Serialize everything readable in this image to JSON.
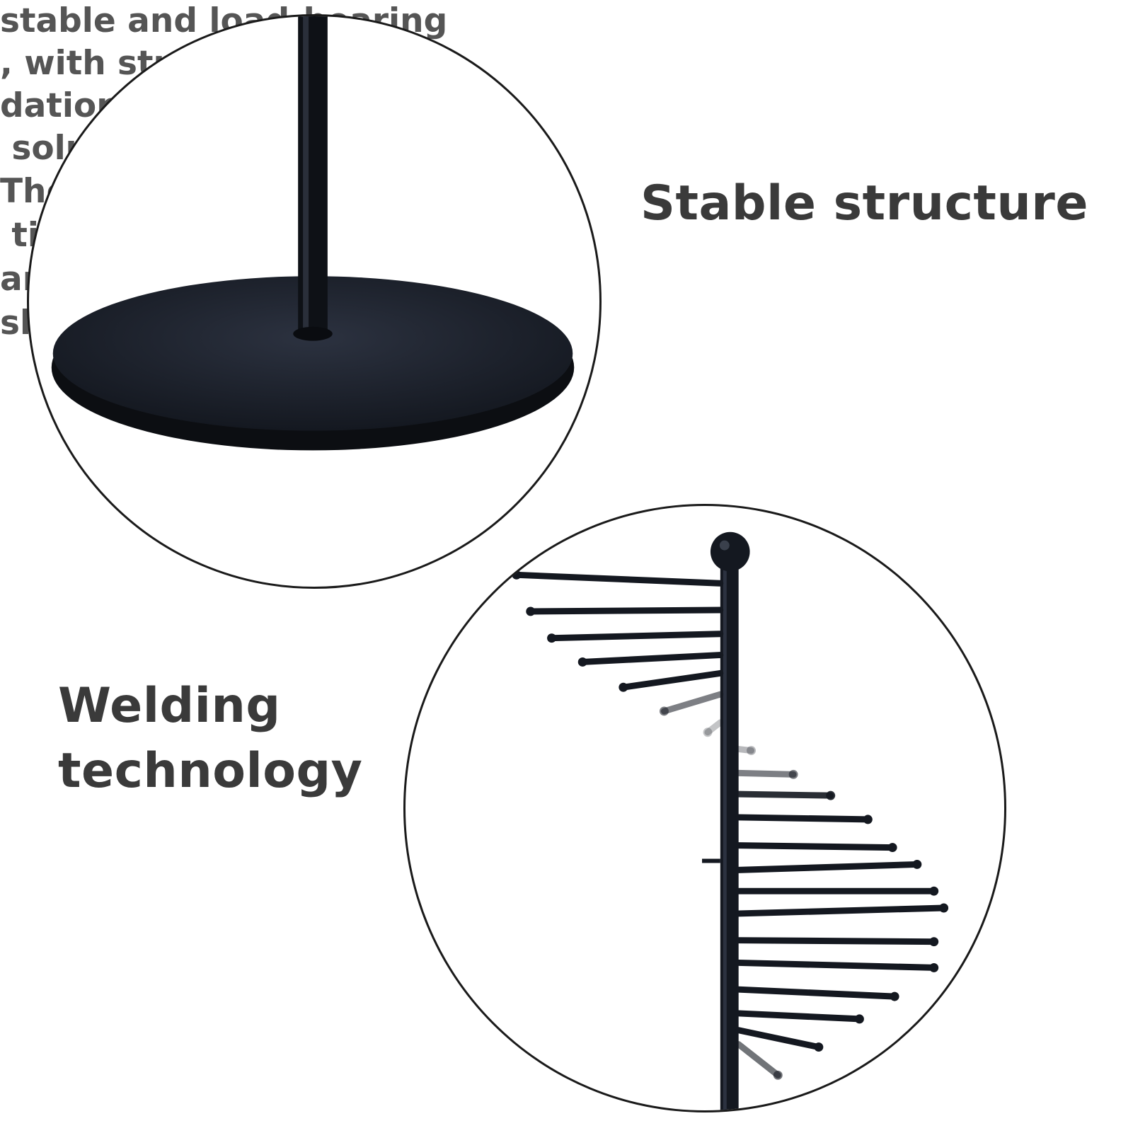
{
  "stable": {
    "title": "Stable structure",
    "lines": [
      "stable and load-bearing",
      ", with strong accommo",
      "dation. Ideal storage",
      " solution"
    ]
  },
  "welding": {
    "title_lines": [
      "Welding",
      "technology"
    ],
    "lines": [
      "The interface is",
      " tight and stable,",
      "and has been poli-",
      "shed for many times"
    ]
  },
  "colors": {
    "metal": "#141820",
    "text_heading": "#3a3a3a",
    "text_body": "#555555",
    "circle_border": "#1a1a1a"
  }
}
